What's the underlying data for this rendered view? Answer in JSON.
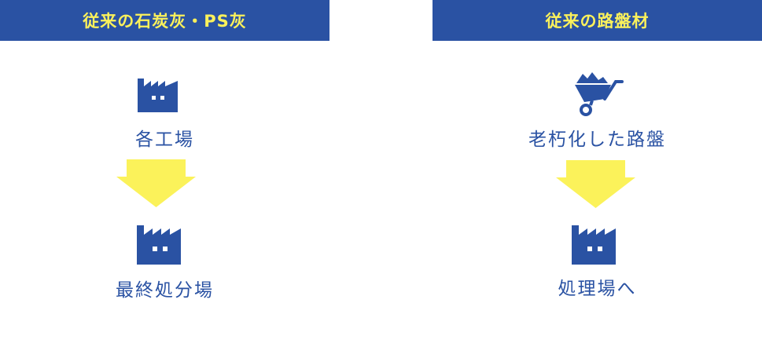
{
  "colors": {
    "header_bg": "#2a52a3",
    "header_text": "#fbf15b",
    "label": "#2a52a3",
    "arrow": "#fbf25a"
  },
  "left": {
    "header": "従来の石炭灰・PS灰",
    "source_icon": "factory-icon",
    "source_label": "各工場",
    "dest_icon": "factory-icon",
    "dest_label": "最終処分場"
  },
  "right": {
    "header": "従来の路盤材",
    "source_icon": "wheelbarrow-icon",
    "source_label": "老朽化した路盤",
    "dest_icon": "factory-icon",
    "dest_label": "処理場へ"
  }
}
